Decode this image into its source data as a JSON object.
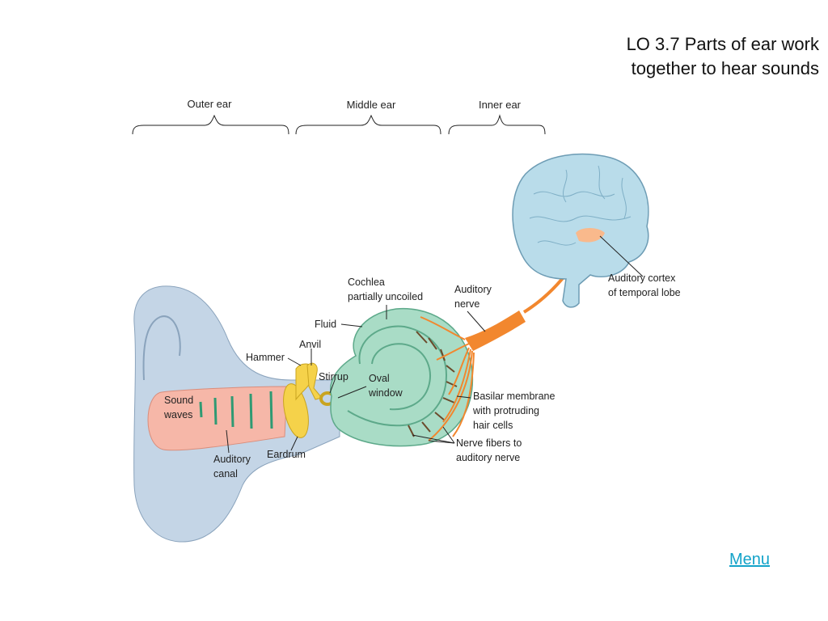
{
  "title": {
    "line1": "LO 3.7 Parts of ear work",
    "line2": "together to hear sounds"
  },
  "sections": {
    "outer": "Outer ear",
    "middle": "Middle ear",
    "inner": "Inner ear"
  },
  "labels": {
    "cochlea_1": "Cochlea",
    "cochlea_2": "partially uncoiled",
    "auditory_nerve_1": "Auditory",
    "auditory_nerve_2": "nerve",
    "fluid": "Fluid",
    "anvil": "Anvil",
    "hammer": "Hammer",
    "stirrup": "Stirrup",
    "oval_window_1": "Oval",
    "oval_window_2": "window",
    "sound_waves_1": "Sound",
    "sound_waves_2": "waves",
    "auditory_canal_1": "Auditory",
    "auditory_canal_2": "canal",
    "eardrum": "Eardrum",
    "basilar_1": "Basilar membrane",
    "basilar_2": "with protruding",
    "basilar_3": "hair cells",
    "nerve_fibers_1": "Nerve fibers to",
    "nerve_fibers_2": "auditory nerve",
    "auditory_cortex_1": "Auditory cortex",
    "auditory_cortex_2": "of temporal lobe"
  },
  "menu": {
    "label": "Menu"
  },
  "colors": {
    "pinna": "#c4d5e6",
    "canal": "#f6b7a8",
    "ossicles": "#f5d24a",
    "cochlea": "#a9dcc6",
    "nerve": "#f2872e",
    "brain": "#b9dcea",
    "cortex": "#f9b98c"
  }
}
